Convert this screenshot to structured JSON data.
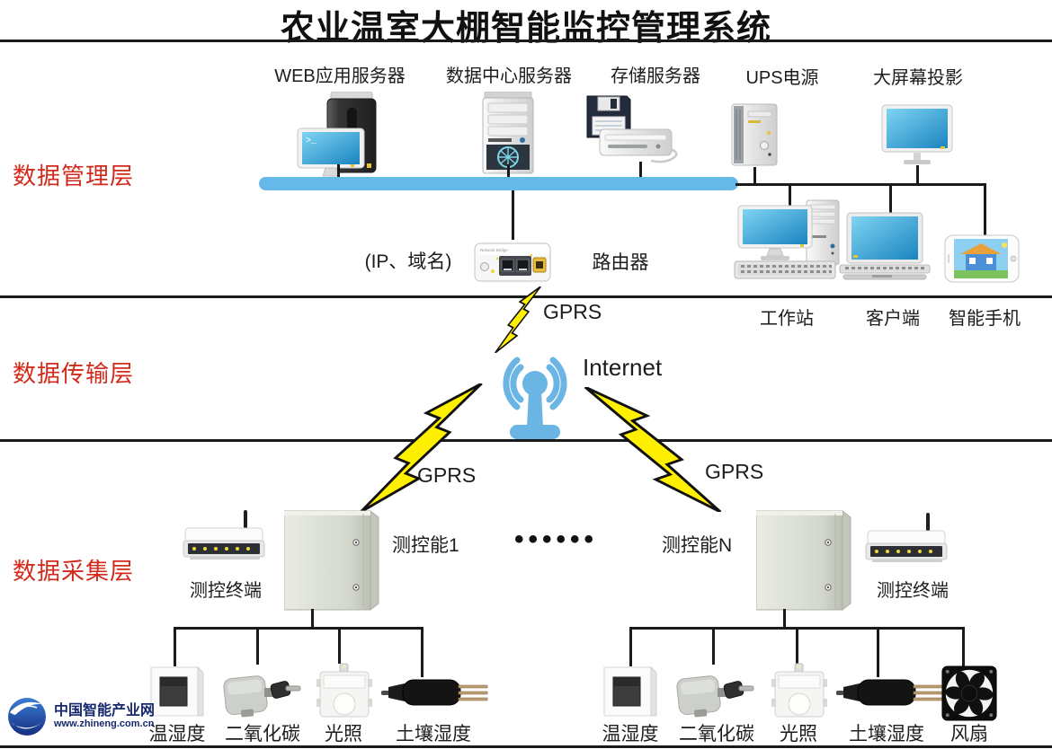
{
  "title": "农业温室大棚智能监控管理系统",
  "layers": {
    "management": "数据管理层",
    "transmission": "数据传输层",
    "collection": "数据采集层"
  },
  "management": {
    "servers": [
      "WEB应用服务器",
      "数据中心服务器",
      "存储服务器",
      "UPS电源",
      "大屏幕投影"
    ],
    "ip_domain": "(IP、域名)",
    "router": "路由器",
    "router_device_text": "Network Bridge",
    "clients": [
      "工作站",
      "客户端",
      "智能手机"
    ]
  },
  "transmission": {
    "gprs_top": "GPRS",
    "internet": "Internet",
    "gprs_left": "GPRS",
    "gprs_right": "GPRS"
  },
  "collection": {
    "left": {
      "terminal": "测控终端",
      "cabinet": "测控能1",
      "sensors": [
        "温湿度",
        "二氧化碳",
        "光照",
        "土壤湿度"
      ]
    },
    "ellipsis": "••••••",
    "right": {
      "terminal": "测控终端",
      "cabinet": "测控能N",
      "sensors": [
        "温湿度",
        "二氧化碳",
        "光照",
        "土壤湿度",
        "风扇"
      ]
    }
  },
  "watermark": {
    "name": "中国智能产业网",
    "url": "www.zhineng.com.cn"
  },
  "colors": {
    "bus": "#64b9e9",
    "internet_icon": "#6ab5e4",
    "lightning": "#ffef00",
    "layer_label": "#d2291b",
    "screen_blue": "#2aa3dd"
  }
}
